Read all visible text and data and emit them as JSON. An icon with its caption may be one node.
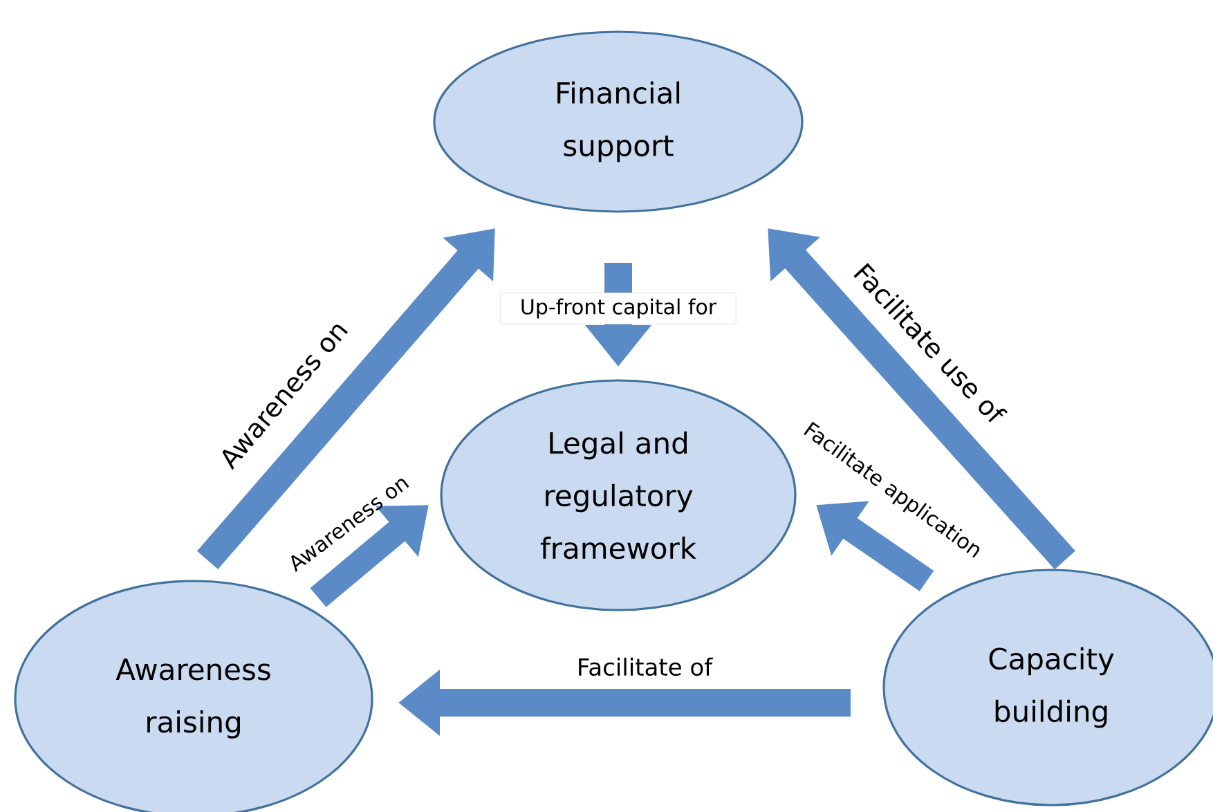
{
  "diagram": {
    "nodes": [
      {
        "text": [
          "Financial support"
        ]
      },
      {
        "text": [
          "Legal and regulatory framework"
        ]
      },
      {
        "text": [
          "Awareness raising"
        ]
      },
      {
        "text": [
          "Capacity building"
        ]
      }
    ],
    "edges": [
      {
        "from": 2,
        "to": 0,
        "arrow": "to",
        "label": "Awareness on"
      },
      {
        "from": 0,
        "to": 1,
        "arrow": "to",
        "label": "Up-front capital for"
      },
      {
        "from": 2,
        "to": 1,
        "arrow": "to",
        "label": "Awareness on"
      },
      {
        "from": 3,
        "to": 1,
        "arrow": "to",
        "label": "Facilitate application"
      },
      {
        "from": 3,
        "to": 0,
        "arrow": "to",
        "label": "Facilitate use of"
      },
      {
        "from": 3,
        "to": 2,
        "arrow": "to",
        "label": "Facilitate of"
      }
    ]
  }
}
